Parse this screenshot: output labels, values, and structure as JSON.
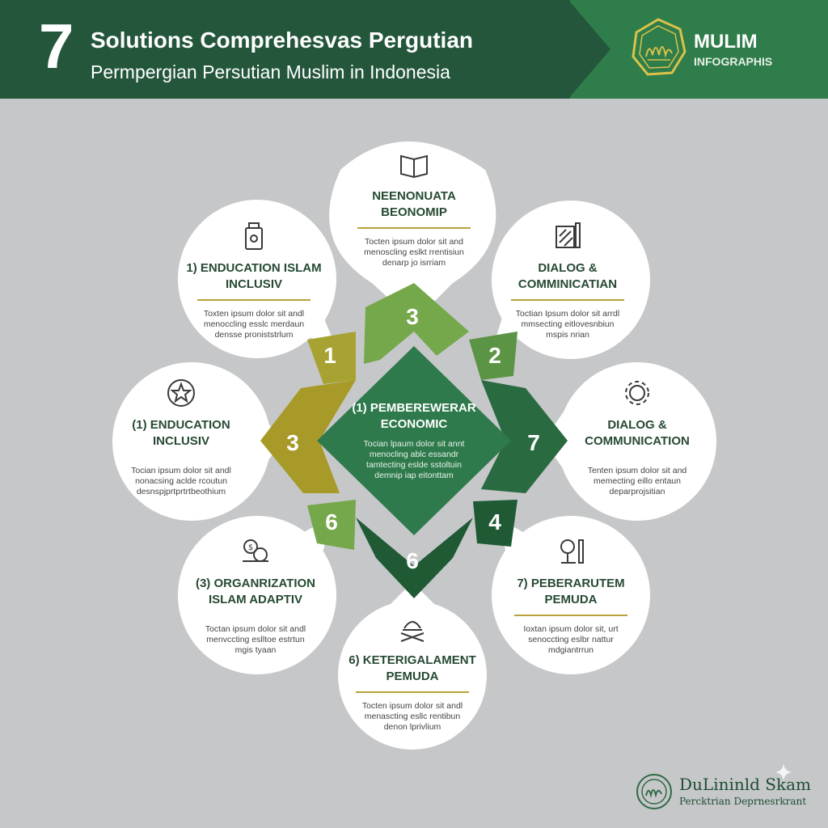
{
  "header": {
    "number": "7",
    "title": "Solutions Comprehesvas Pergutian",
    "subtitle": "Permpergian Persutian Muslim in Indonesia",
    "brand_name": "MULIM",
    "brand_sub": "INFOGRAPHIS",
    "colors": {
      "dark": "#24563c",
      "band": "#2f7d4a"
    }
  },
  "center": {
    "title": "(1) PEMBEREWERAR\nECONOMIC",
    "text": "Tocian lpaum dolor sit annt\nmenocling ablc essandr\ntamtecting eslde sstoltuin\ndemnip iap eitonttam"
  },
  "bubbles": [
    {
      "id": "top",
      "icon": "open-book-icon",
      "title": "NEENONUATA\nBEONOMIP",
      "text": "Tocten ipsum dolor sit and\nmenoscling eslkt rrentisiun\ndenarp jo isrriam"
    },
    {
      "id": "upper-left",
      "icon": "bottle-icon",
      "title": "1) ENDUCATION ISLAM\nINCLUSIV",
      "text": "Toxten ipsum dolor sit andl\nmenoccling esslc merdaun\ndensse proniststrlum"
    },
    {
      "id": "upper-right",
      "icon": "document-icon",
      "title": "DIALOG &\nCOMMINICATIAN",
      "text": "Toctian Ipsum dolor sit arrdl\nmmsecting eitlovesnbiun\nmspis nrian"
    },
    {
      "id": "left",
      "icon": "star-circle-icon",
      "title": "(1) ENDUCATION\nINCLUSIV",
      "text": "Tocian ipsum dolor sit andl\nnonacsing aclde rcoutun\ndesnspjprtprtrtbeothium"
    },
    {
      "id": "right",
      "icon": "gear-icon",
      "title": "DIALOG &\nCOMMUNICATION",
      "text": "Tenten ipsum dolor sit and\nmemecting eillo entaun\ndeparprojsitian"
    },
    {
      "id": "lower-left",
      "icon": "money-icon",
      "title": "(3) ORGANRIZATION\nISLAM ADAPTIV",
      "text": "Toctan ipsum dolor sit andl\nmenvccting eslltoe estrtun\nmgis tyaan"
    },
    {
      "id": "lower-right",
      "icon": "lamp-icon",
      "title": "7) PEBERARUTEM\nPEMUDA",
      "text": "Ioxtan ipsum dolor sit, urt\nsenoccting eslbr nattur\nmdgiantrrun"
    },
    {
      "id": "bottom",
      "icon": "mosque-icon",
      "title": "6) KETERIGALAMENT\nPEMUDA",
      "text": "Tocten ipsum dolor sit andl\nmenascting esllc rentibun\ndenon lprivlium"
    }
  ],
  "segments": [
    "3",
    "1",
    "2",
    "3",
    "7",
    "6",
    "4",
    "6"
  ],
  "footer": {
    "name": "DuLininld Skam",
    "sub": "Percktrian Deprnesrkrant"
  },
  "colors": {
    "olive": "#9a9a2c",
    "olive_light": "#b3ad35",
    "light_green": "#74a84a",
    "mid_green": "#3f8b51",
    "dark_green": "#1f5a35",
    "center": "#2f7a4c",
    "gold": "#b8a23a"
  }
}
